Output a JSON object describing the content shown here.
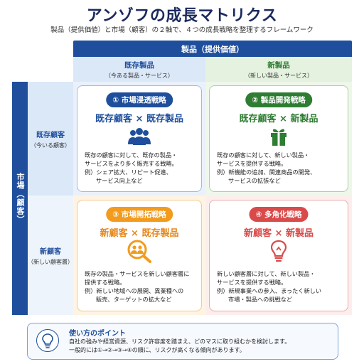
{
  "title": "アンゾフの成長マトリクス",
  "subtitle": "製品（提供価値）と市場（顧客）の２軸で、４つの成長戦略を整理するフレームワーク",
  "axes": {
    "product_header": "製品（提供価値）",
    "market_header": "市場（顧客）",
    "columns": [
      {
        "label": "既存製品",
        "sub": "（今ある製品・サービス）"
      },
      {
        "label": "新製品",
        "sub": "（新しい製品・サービス）"
      }
    ],
    "rows": [
      {
        "label": "既存顧客",
        "sub": "（今いる顧客）"
      },
      {
        "label": "新顧客",
        "sub": "（新しい顧客層）"
      }
    ]
  },
  "quadrants": [
    {
      "badge": "① 市場浸透戦略",
      "combo": "既存顧客 × 既存製品",
      "icon": "people-icon",
      "lines": [
        "既存の顧客に対して、既存の製品・",
        "サービスをより多く販売する戦略。"
      ],
      "example": "例）シェア拡大、リピート促進、",
      "example_cont": "サービス向上など"
    },
    {
      "badge": "② 製品開発戦略",
      "combo": "既存顧客 × 新製品",
      "icon": "gift-icon",
      "lines": [
        "既存の顧客に対して、新しい製品・",
        "サービスを提供する戦略。"
      ],
      "example": "例）新機能の追加、関連商品の開発、",
      "example_cont": "サービスの拡張など"
    },
    {
      "badge": "③ 市場開拓戦略",
      "combo": "新顧客 × 既存製品",
      "icon": "search-people-icon",
      "lines": [
        "既存の製品・サービスを新しい顧客層に",
        "提供する戦略。"
      ],
      "example": "例）新しい地域への展開、異業種への",
      "example_cont": "販売、ターゲットの拡大など"
    },
    {
      "badge": "④ 多角化戦略",
      "combo": "新顧客 × 新製品",
      "icon": "lightbulb-icon",
      "lines": [
        "新しい顧客層に対して、新しい製品・",
        "サービスを提供する戦略。"
      ],
      "example": "例）新規事業への参入、まったく新しい",
      "example_cont": "市場・製品への挑戦など"
    }
  ],
  "tip": {
    "title": "使い方のポイント",
    "line1": "自社の強みや経営資源、リスク許容度を踏まえ、どのマスに取り組むかを検討します。",
    "line2": "一般的には①→②→③→④の順に、リスクが高くなる傾向があります。",
    "icon": "lightbulb-icon"
  },
  "colors": {
    "navy": "#1f4f9c",
    "green": "#2e7d32",
    "orange": "#f29b1d",
    "red": "#d94a4a"
  }
}
